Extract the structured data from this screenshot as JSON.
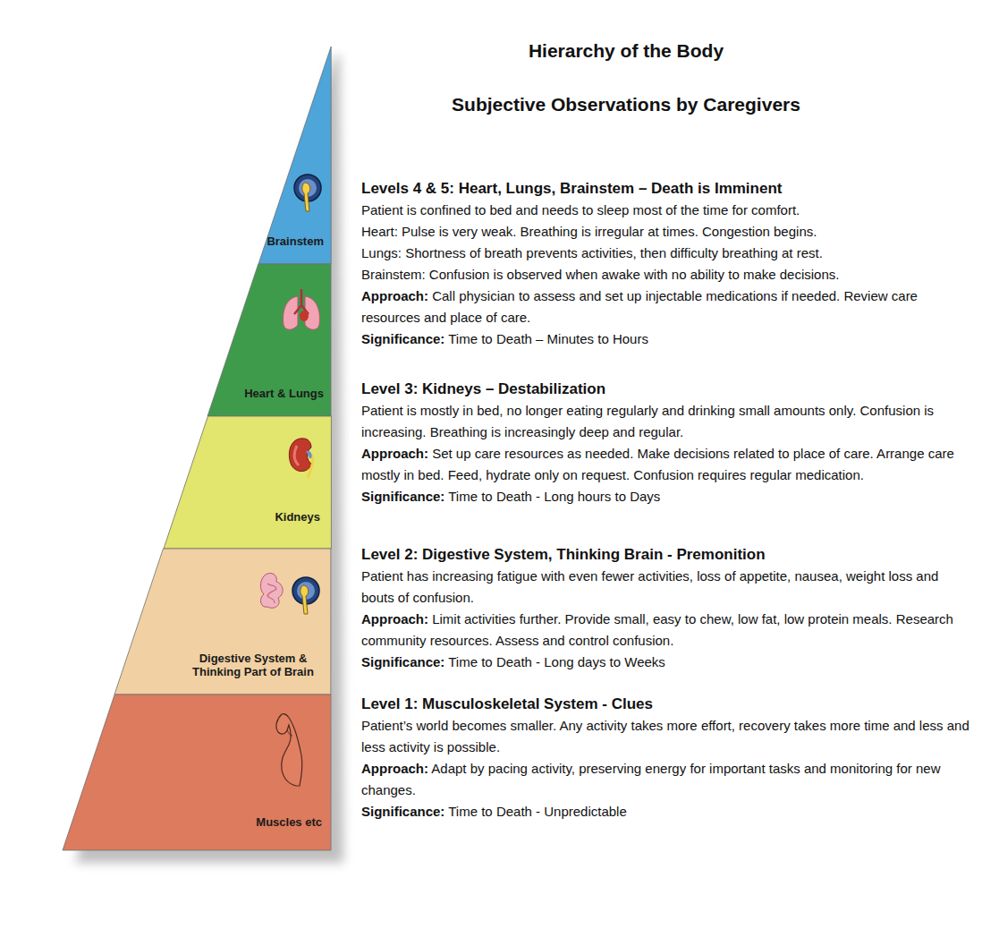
{
  "diagram": {
    "title": "Hierarchy of the Body",
    "nodes": [
      {
        "text": [
          "Brainstem"
        ]
      },
      {
        "text": [
          "Heart & Lungs"
        ]
      },
      {
        "text": [
          "Kidneys"
        ]
      },
      {
        "text": [
          "Digestive System & Thinking Part of Brain"
        ]
      },
      {
        "text": [
          "Muscles etc"
        ]
      }
    ],
    "labels": [
      "Subjective Observations by Caregivers",
      "Levels 4 & 5: Heart, Lungs, Brainstem – Death is Imminent",
      "Patient is confined to bed and needs to sleep most of the time for comfort.",
      "Heart: Pulse is very weak. Breathing is irregular at times. Congestion begins.",
      "Lungs: Shortness of breath prevents activities, then difficulty breathing at rest.",
      "Brainstem: Confusion is observed when awake with no ability to make decisions.",
      "Approach: Call physician to assess and set up injectable medications if needed. Review care resources and place of care.",
      "Significance: Time to Death – Minutes to Hours",
      "Level 3: Kidneys – Destabilization",
      "Patient is mostly in bed, no longer eating regularly and drinking small amounts only. Confusion is increasing. Breathing is increasingly deep and regular.",
      "Approach: Set up care resources as needed. Make decisions related to place of care. Arrange care mostly in bed. Feed, hydrate only on request. Confusion requires regular medication.",
      "Significance: Time to Death - Long hours to Days",
      "Level 2: Digestive System, Thinking Brain - Premonition",
      "Patient has increasing fatigue with even fewer activities, loss of appetite, nausea, weight loss and bouts of confusion.",
      "Approach: Limit activities further. Provide small, easy to chew, low fat, low protein meals. Research community resources. Assess and control confusion.",
      "Significance: Time to Death - Long days to Weeks",
      "Level 1: Musculoskeletal System - Clues",
      "Patient’s world becomes smaller. Any activity takes more effort, recovery takes more time and less and less activity is possible.",
      "Approach: Adapt by pacing activity, preserving energy for important tasks and monitoring for new changes.",
      "Significance: Time to Death - Unpredictable"
    ]
  }
}
